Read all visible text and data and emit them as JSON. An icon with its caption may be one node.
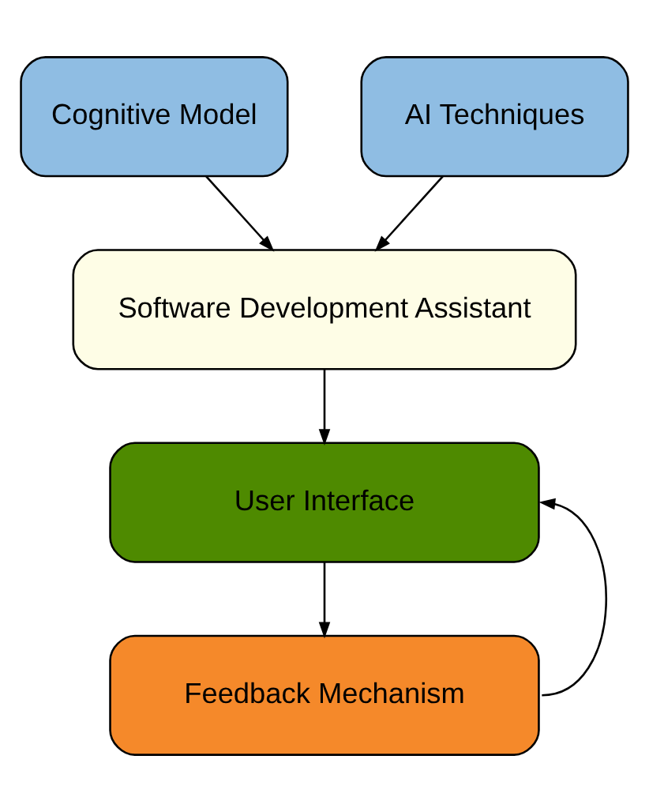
{
  "diagram": {
    "nodes": [
      {
        "text": [
          "Cognitive Model"
        ]
      },
      {
        "text": [
          "AI Techniques"
        ]
      },
      {
        "text": [
          "Software Development Assistant"
        ]
      },
      {
        "text": [
          "User Interface"
        ]
      },
      {
        "text": [
          "Feedback Mechanism"
        ]
      }
    ],
    "edges": [
      {
        "from": 0,
        "to": 2,
        "arrow": "to"
      },
      {
        "from": 1,
        "to": 2,
        "arrow": "to"
      },
      {
        "from": 2,
        "to": 3,
        "arrow": "to"
      },
      {
        "from": 3,
        "to": 4,
        "arrow": "to"
      },
      {
        "from": 4,
        "to": 3,
        "arrow": "to"
      }
    ]
  }
}
